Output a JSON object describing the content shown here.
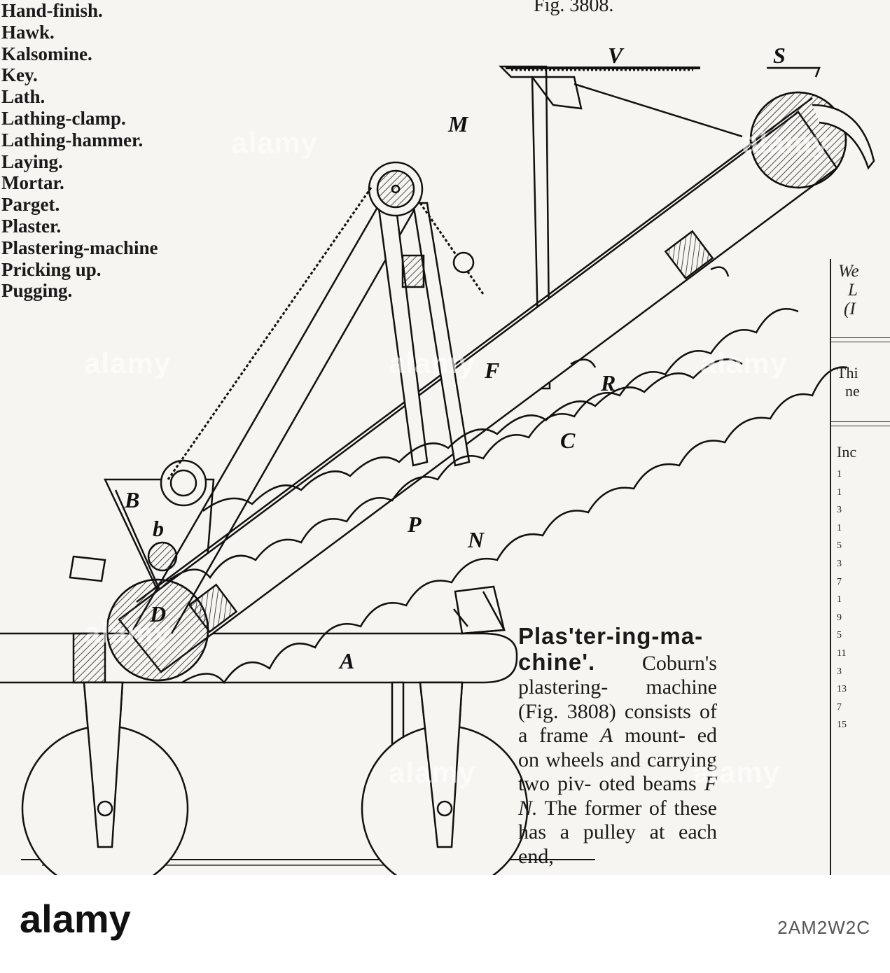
{
  "word_list": [
    "Hand-finish.",
    "Hawk.",
    "Kalsomine.",
    "Key.",
    "Lath.",
    "Lathing-clamp.",
    "Lathing-hammer.",
    "Laying.",
    "Mortar.",
    "Parget.",
    "Plaster.",
    "Plastering-machine",
    "Pricking up.",
    "Pugging."
  ],
  "figure": {
    "title": "Fig. 3808.",
    "labels": {
      "V": "V",
      "S": "S",
      "M": "M",
      "F": "F",
      "R": "R",
      "C": "C",
      "B": "B",
      "b": "b",
      "P": "P",
      "N": "N",
      "D": "D",
      "A": "A"
    }
  },
  "body": {
    "head": "Plas'ter-ing-ma-chine'.",
    "lines": [
      "Coburn's plastering-",
      "machine (Fig.",
      "3808) consists of",
      "a frame",
      "mount-",
      "ed on wheels and",
      "carrying two piv-",
      "oted beams",
      "The former of",
      "these has a pulley",
      "at each end,"
    ],
    "frame_letter": "A",
    "beam_letters": "F N."
  },
  "right_column": {
    "header": [
      "We",
      "L",
      "(I"
    ],
    "text": [
      "Thi",
      "ne"
    ],
    "inc": "Inc",
    "numbers": [
      "1",
      "1",
      "3",
      "1",
      "5",
      "3",
      "7",
      "1",
      "9",
      "5",
      "11",
      "3",
      "13",
      "7",
      "15"
    ]
  },
  "watermarks": [
    "alamy",
    "alamy",
    "alamy",
    "alamy",
    "alamy",
    "alamy",
    "alamy",
    "alamy"
  ],
  "footer": {
    "logo_text": "alamy",
    "image_code": "2AM2W2C"
  }
}
